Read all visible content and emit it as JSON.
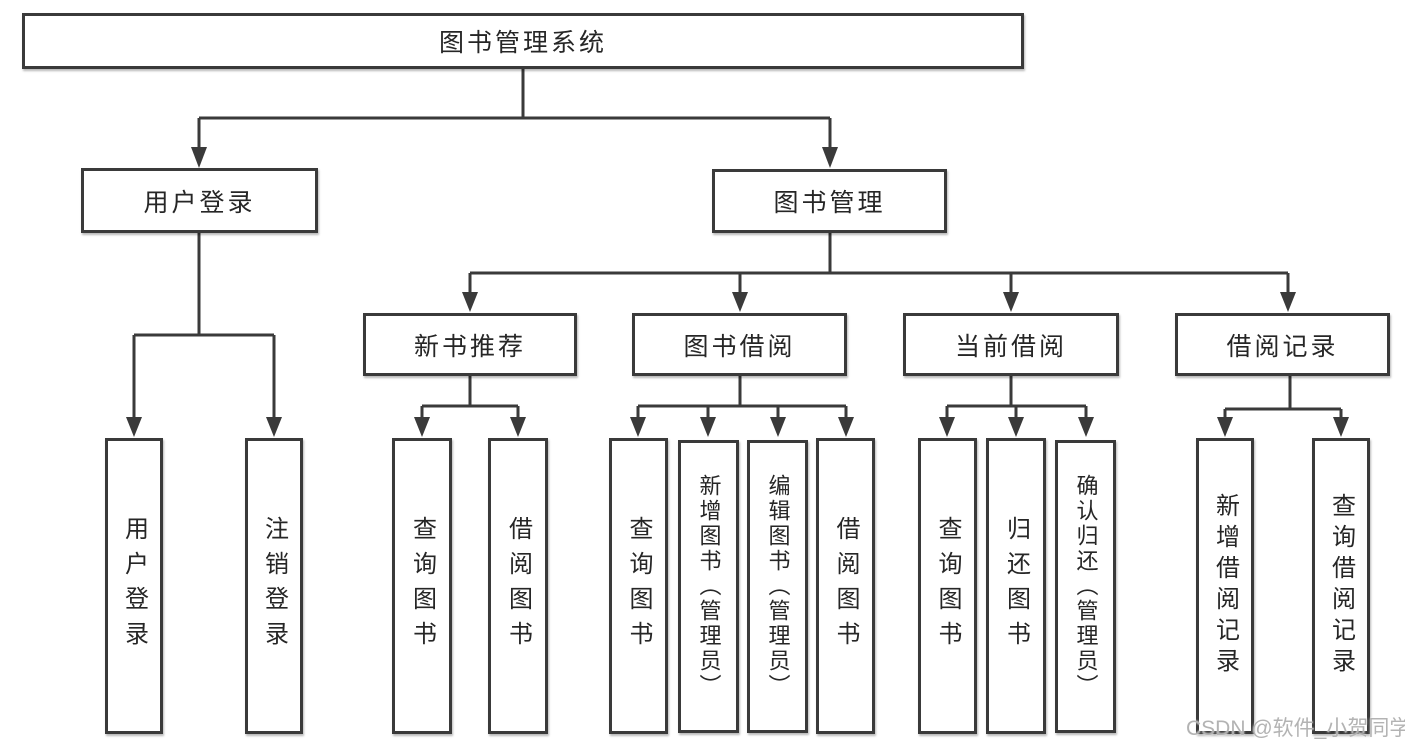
{
  "diagram_type": "hierarchy-tree",
  "colors": {
    "background": "#ffffff",
    "line": "#3a3a3a",
    "box_border": "#3a3a3a",
    "text": "#262626",
    "watermark": "#afafaf"
  },
  "tree": {
    "label": "图书管理系统",
    "children": [
      {
        "label": "用户登录",
        "children": [
          {
            "label": "用户登录"
          },
          {
            "label": "注销登录"
          }
        ]
      },
      {
        "label": "图书管理",
        "children": [
          {
            "label": "新书推荐",
            "children": [
              {
                "label": "查询图书"
              },
              {
                "label": "借阅图书"
              }
            ]
          },
          {
            "label": "图书借阅",
            "children": [
              {
                "label": "查询图书"
              },
              {
                "label": "新增图书（管理员）"
              },
              {
                "label": "编辑图书（管理员）"
              },
              {
                "label": "借阅图书"
              }
            ]
          },
          {
            "label": "当前借阅",
            "children": [
              {
                "label": "查询图书"
              },
              {
                "label": "归还图书"
              },
              {
                "label": "确认归还（管理员）"
              }
            ]
          },
          {
            "label": "借阅记录",
            "children": [
              {
                "label": "新增借阅记录"
              },
              {
                "label": "查询借阅记录"
              }
            ]
          }
        ]
      }
    ]
  },
  "watermark": {
    "text": "CSDN @软件_小贺同学"
  }
}
